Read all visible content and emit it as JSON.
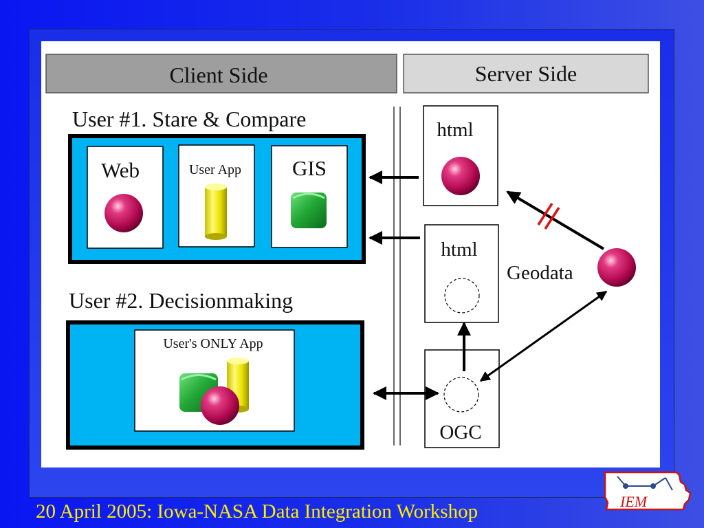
{
  "footer": {
    "text": "20 April 2005: Iowa-NASA Data Integration Workshop"
  },
  "logo": {
    "text": "IEM"
  },
  "diagram": {
    "client_side_label": "Client Side",
    "server_side_label": "Server Side",
    "user1_title": "User #1. Stare & Compare",
    "user2_title": "User #2. Decisionmaking",
    "web_label": "Web",
    "userapp_label": "User App",
    "gis_label": "GIS",
    "only_app_label": "User's ONLY App",
    "html1_label": "html",
    "html2_label": "html",
    "ogc_label": "OGC",
    "geodata_label": "Geodata"
  },
  "colors": {
    "client_fill": "#00b4f4",
    "sphere": "#c8105a",
    "cylinder": "#e8e000",
    "cube": "#1aa030",
    "footer_text": "#ffee00",
    "blocked_mark": "#e01010"
  }
}
